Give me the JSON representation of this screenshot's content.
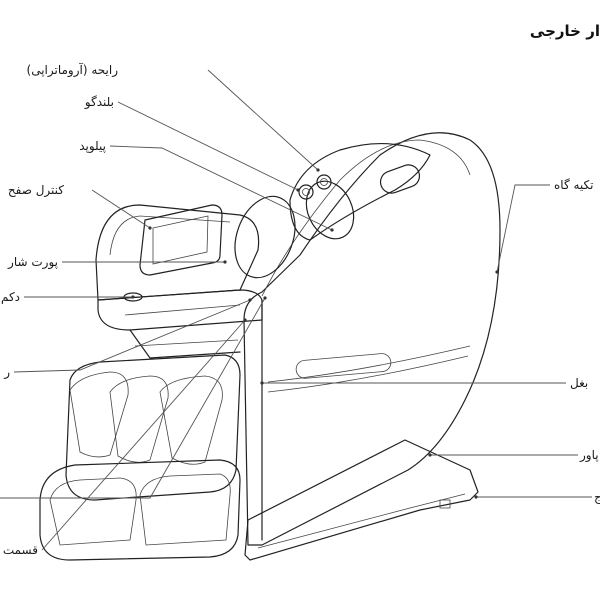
{
  "title": "ار خارجی",
  "labels": {
    "aroma": "رایحه (آروماتراپی)",
    "speaker": "بلندگو",
    "pillow": "پیلوپد",
    "controller": "کنترل صفح",
    "charging_port": "پورت شار",
    "button": "دکم",
    "left_mid": "ر",
    "left_low": "",
    "leg_part": "قسمت",
    "backrest": "تکیه گاه",
    "side": "بغل",
    "power_box": "جعبه پاور",
    "base": "ج"
  }
}
